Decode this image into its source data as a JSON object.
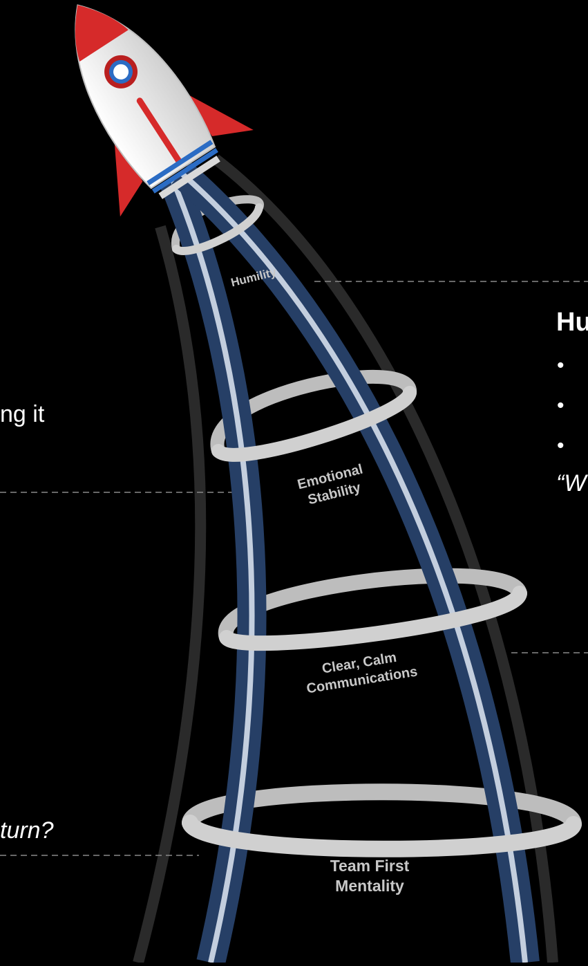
{
  "stages": [
    {
      "id": "humility",
      "lines": [
        "Humility"
      ]
    },
    {
      "id": "emotional-stability",
      "lines": [
        "Emotional",
        "Stability"
      ]
    },
    {
      "id": "clear-calm",
      "lines": [
        "Clear, Calm",
        "Communications"
      ]
    },
    {
      "id": "team-first",
      "lines": [
        "Team First",
        "Mentality"
      ]
    }
  ],
  "right_panel": {
    "heading": "Hu",
    "bullets": [
      "•",
      "•",
      "•"
    ],
    "quote": "“W"
  },
  "left_fragments": {
    "text1": "ng it",
    "text2": "turn?"
  },
  "colors": {
    "background": "#000000",
    "trail_blue": "#2a4a78",
    "ring": "#c8c8c8",
    "rocket_red": "#d62a2a",
    "rocket_body": "#f2f2f2",
    "rocket_stripe": "#2b6cc4"
  },
  "icons": [
    "rocket-icon"
  ]
}
